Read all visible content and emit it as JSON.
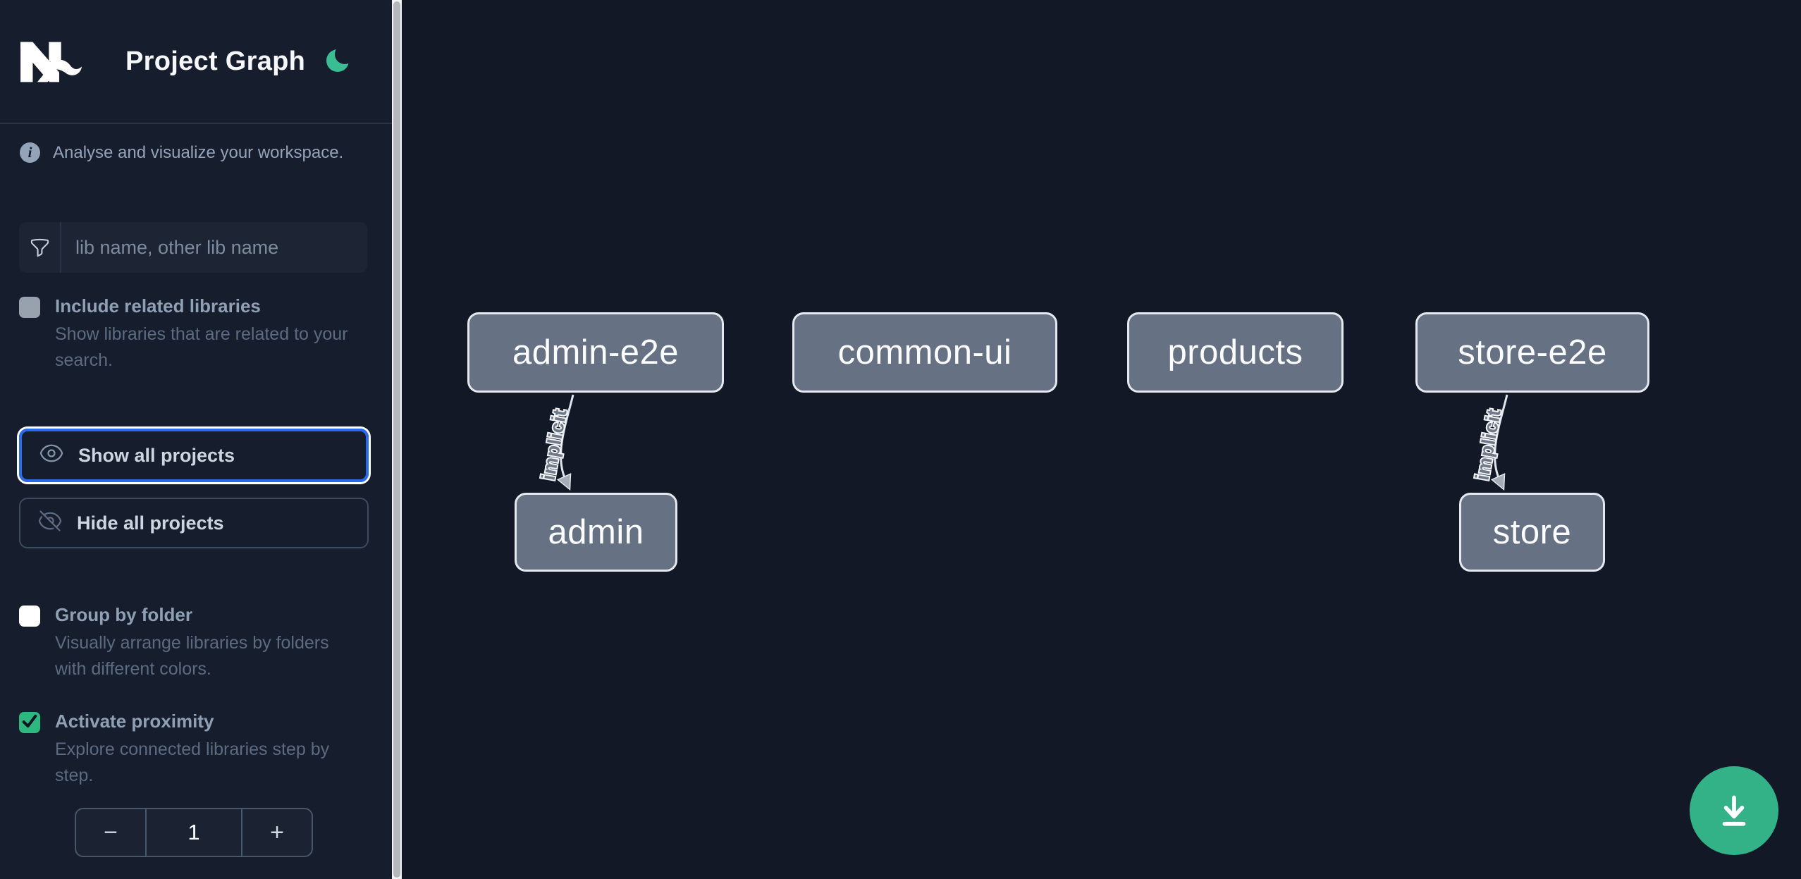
{
  "app": {
    "title": "Project Graph"
  },
  "sidebar": {
    "tagline": "Analyse and visualize your workspace.",
    "search": {
      "placeholder": "lib name, other lib name"
    },
    "options": [
      {
        "label": "Include related libraries",
        "description": "Show libraries that are related to your search.",
        "checked": false
      },
      {
        "label": "Group by folder",
        "description": "Visually arrange libraries by folders with different colors.",
        "checked": false
      },
      {
        "label": "Activate proximity",
        "description": "Explore connected libraries step by step.",
        "checked": true
      }
    ],
    "buttons": {
      "show_all": "Show all projects",
      "hide_all": "Hide all projects"
    },
    "stepper": {
      "decrement": "−",
      "value": "1",
      "increment": "+"
    }
  },
  "graph": {
    "nodes": [
      {
        "label": "admin-e2e"
      },
      {
        "label": "common-ui"
      },
      {
        "label": "products"
      },
      {
        "label": "store-e2e"
      },
      {
        "label": "admin"
      },
      {
        "label": "store"
      }
    ],
    "edges": [
      {
        "from": "admin-e2e",
        "to": "admin",
        "label": "implicit"
      },
      {
        "from": "store-e2e",
        "to": "store",
        "label": "implicit"
      }
    ]
  },
  "icons": {
    "logo": "nx-logo",
    "theme_toggle": "moon-icon",
    "info": "info-icon",
    "filter": "funnel-icon",
    "show": "eye-icon",
    "hide": "eye-slash-icon",
    "checked": "check-icon",
    "download": "download-icon"
  },
  "colors": {
    "canvas_bg": "#121826",
    "sidebar_bg": "#161d2d",
    "accent_green": "#2eb77f",
    "moon_green": "#3abd92",
    "fab_green": "#32b286",
    "focus_blue": "#2a6bee",
    "node_fill": "#667184",
    "node_border": "#e5e9ef",
    "edge_stroke": "#e0e5ec"
  }
}
